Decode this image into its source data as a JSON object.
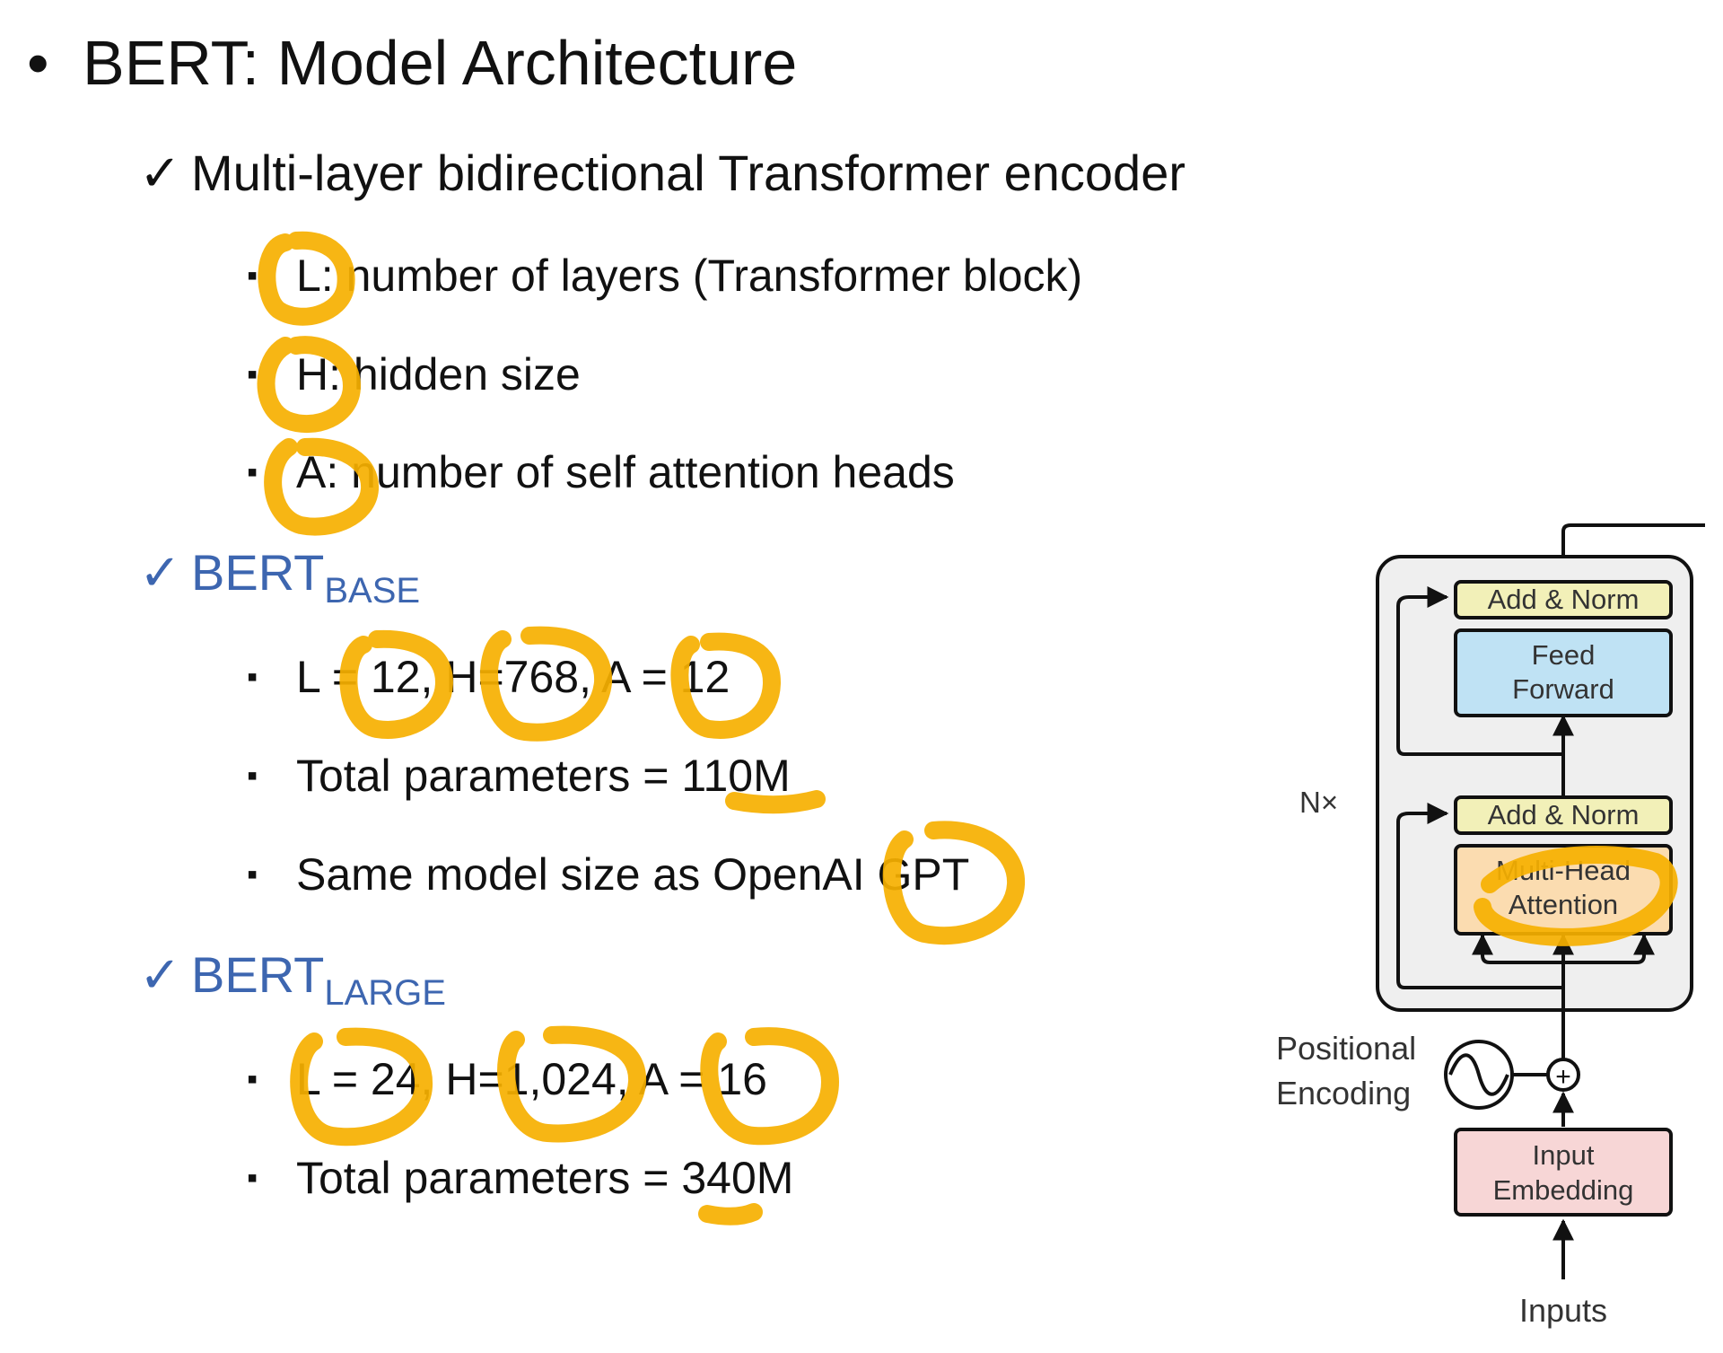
{
  "slide": {
    "title_bullet": "•",
    "title": "BERT: Model Architecture",
    "point1": {
      "check": "✓",
      "text": "Multi-layer bidirectional Transformer encoder",
      "items": [
        "L: number of layers (Transformer block)",
        "H: hidden size",
        "A: number of self attention heads"
      ]
    },
    "base": {
      "check": "✓",
      "name": "BERT",
      "subscript": "BASE",
      "items": [
        "L = 12, H=768, A = 12",
        "Total parameters = 110M",
        "Same model size as OpenAI GPT"
      ]
    },
    "large": {
      "check": "✓",
      "name": "BERT",
      "subscript": "LARGE",
      "items": [
        "L = 24, H=1,024, A = 16",
        "Total parameters = 340M"
      ]
    },
    "item_bullet": "▪"
  },
  "diagram": {
    "nx_label": "N×",
    "add_norm_top": "Add & Norm",
    "feed_forward": [
      "Feed",
      "Forward"
    ],
    "add_norm_bottom": "Add & Norm",
    "multi_head_attention": [
      "Multi-Head",
      "Attention"
    ],
    "positional_encoding": [
      "Positional",
      "Encoding"
    ],
    "input_embedding": [
      "Input",
      "Embedding"
    ],
    "inputs_label": "Inputs",
    "plus_symbol": "+"
  },
  "colors": {
    "highlight": "#f6b000",
    "heading_blue": "#3d66b0",
    "add_norm_fill": "#f2f0b8",
    "feed_forward_fill": "#bfe2f4",
    "attention_fill": "#fbdcb0",
    "embedding_fill": "#f7d6d6",
    "encoder_block_fill": "#efefef"
  }
}
